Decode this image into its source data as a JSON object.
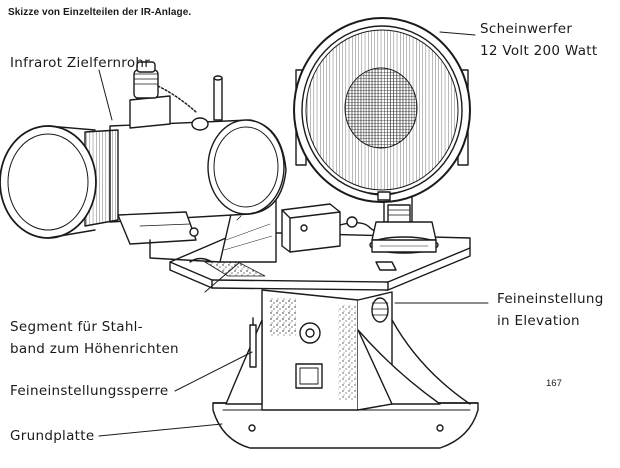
{
  "caption": "Skizze von Einzelteilen der IR-Anlage.",
  "labels": {
    "scope": "Infrarot Zielfernrohr",
    "searchlight_line1": "Scheinwerfer",
    "searchlight_line2": "12 Volt  200 Watt",
    "fine_elev_line1": "Feineinstellung",
    "fine_elev_line2": "in Elevation",
    "segment_line1": "Segment für Stahl-",
    "segment_line2": "band zum Höhenrichten",
    "lock": "Feineinstellungssperre",
    "base": "Grundplatte"
  },
  "page_number": "167"
}
